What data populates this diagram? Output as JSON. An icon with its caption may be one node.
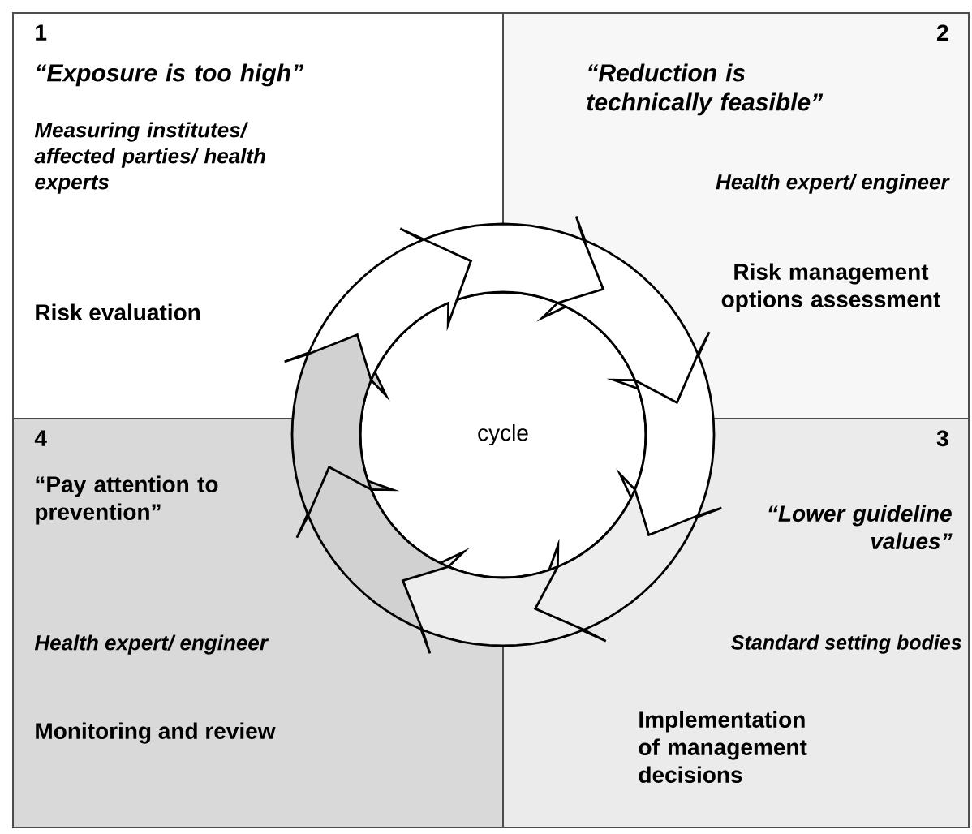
{
  "diagram": {
    "nodes": [
      {
        "text": [
          "1",
          "“Exposure is too high”",
          "Measuring institutes/ affected parties/ health experts",
          "Risk evaluation"
        ]
      },
      {
        "text": [
          "2",
          "“Reduction is technically feasible”",
          "Health expert/ engineer",
          "Risk management options assessment"
        ]
      },
      {
        "text": [
          "3",
          "“Lower guideline values”",
          "Standard setting bodies",
          "Implementation of management decisions"
        ]
      },
      {
        "text": [
          "4",
          "“Pay attention to prevention”",
          "Health expert/ engineer",
          "Monitoring and review"
        ]
      },
      {
        "text": [
          "cycle"
        ]
      }
    ]
  }
}
